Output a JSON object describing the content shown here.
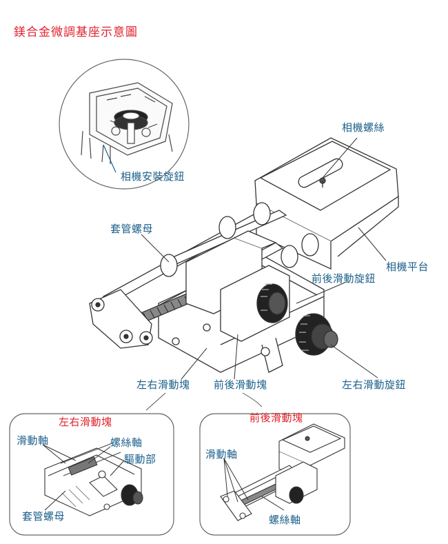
{
  "title": "鎂合金微調基座示意圖",
  "labels": {
    "camera_screw": "相機螺絲",
    "camera_mount_knob": "相機安裝旋鈕",
    "sleeve_nut": "套管螺母",
    "camera_platform": "相機平台",
    "fb_slide_knob": "前後滑動旋鈕",
    "lr_slide_block": "左右滑動塊",
    "fb_slide_block": "前後滑動塊",
    "lr_slide_knob": "左右滑動旋鈕"
  },
  "inset_left": {
    "title": "左右滑動塊",
    "slide_shaft": "滑動軸",
    "screw_shaft": "螺絲軸",
    "drive_part": "驅動部",
    "sleeve_nut": "套管螺母"
  },
  "inset_right": {
    "title": "前後滑動塊",
    "slide_shaft": "滑動軸",
    "screw_shaft": "螺絲軸"
  },
  "colors": {
    "title_red": "#e0212b",
    "label_blue": "#1a5f8a",
    "line": "#333333"
  }
}
